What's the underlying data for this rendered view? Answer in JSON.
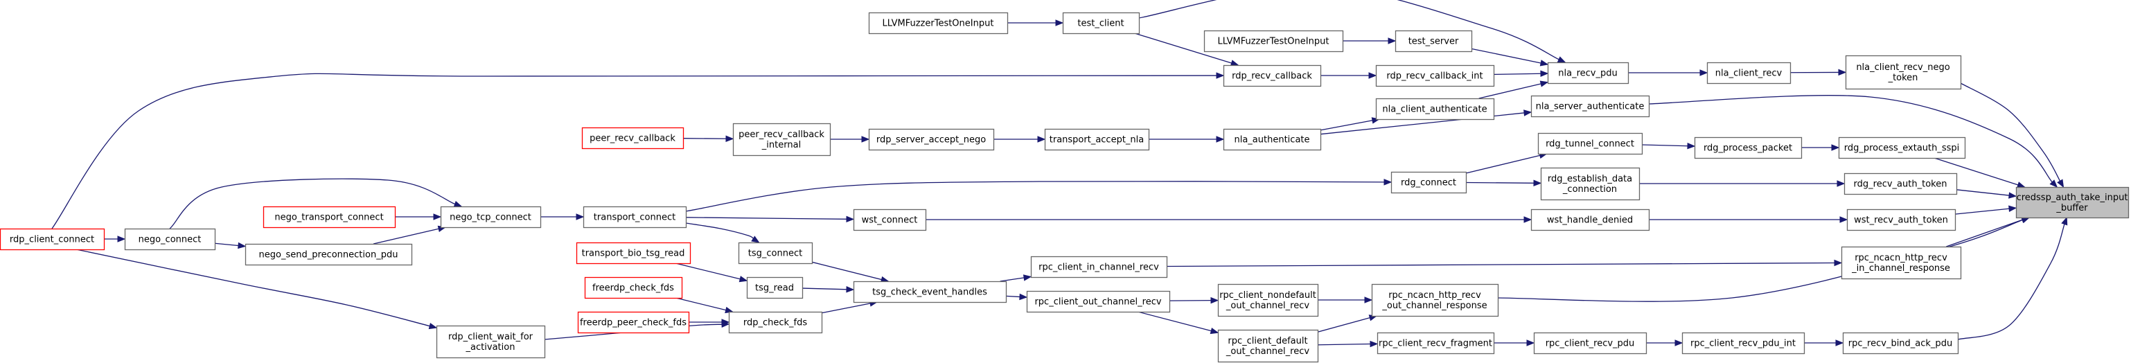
{
  "graph": {
    "nodes": [
      {
        "id": "fuzz1",
        "lines": [
          "LLVMFuzzerTestOneInput"
        ],
        "color": "black"
      },
      {
        "id": "fuzz2",
        "lines": [
          "LLVMFuzzerTestOneInput"
        ],
        "color": "black"
      },
      {
        "id": "test_client",
        "lines": [
          "test_client"
        ],
        "color": "black"
      },
      {
        "id": "test_server",
        "lines": [
          "test_server"
        ],
        "color": "black"
      },
      {
        "id": "rdp_recv_callback",
        "lines": [
          "rdp_recv_callback"
        ],
        "color": "black"
      },
      {
        "id": "rdp_recv_callback_int",
        "lines": [
          "rdp_recv_callback_int"
        ],
        "color": "black"
      },
      {
        "id": "nla_recv_pdu",
        "lines": [
          "nla_recv_pdu"
        ],
        "color": "black"
      },
      {
        "id": "nla_client_recv",
        "lines": [
          "nla_client_recv"
        ],
        "color": "black"
      },
      {
        "id": "nla_client_recv_nego_token",
        "lines": [
          "nla_client_recv_nego",
          "_token"
        ],
        "color": "black"
      },
      {
        "id": "nla_client_authenticate",
        "lines": [
          "nla_client_authenticate"
        ],
        "color": "black"
      },
      {
        "id": "nla_server_authenticate",
        "lines": [
          "nla_server_authenticate"
        ],
        "color": "black"
      },
      {
        "id": "peer_recv_callback",
        "lines": [
          "peer_recv_callback"
        ],
        "color": "red"
      },
      {
        "id": "peer_recv_callback_internal",
        "lines": [
          "peer_recv_callback",
          "_internal"
        ],
        "color": "black"
      },
      {
        "id": "rdp_server_accept_nego",
        "lines": [
          "rdp_server_accept_nego"
        ],
        "color": "black"
      },
      {
        "id": "transport_accept_nla",
        "lines": [
          "transport_accept_nla"
        ],
        "color": "black"
      },
      {
        "id": "nla_authenticate",
        "lines": [
          "nla_authenticate"
        ],
        "color": "black"
      },
      {
        "id": "rdg_tunnel_connect",
        "lines": [
          "rdg_tunnel_connect"
        ],
        "color": "black"
      },
      {
        "id": "rdg_process_packet",
        "lines": [
          "rdg_process_packet"
        ],
        "color": "black"
      },
      {
        "id": "rdg_process_extauth_sspi",
        "lines": [
          "rdg_process_extauth_sspi"
        ],
        "color": "black"
      },
      {
        "id": "rdg_connect",
        "lines": [
          "rdg_connect"
        ],
        "color": "black"
      },
      {
        "id": "rdg_establish_data_connection",
        "lines": [
          "rdg_establish_data",
          "_connection"
        ],
        "color": "black"
      },
      {
        "id": "rdg_recv_auth_token",
        "lines": [
          "rdg_recv_auth_token"
        ],
        "color": "black"
      },
      {
        "id": "root",
        "lines": [
          "credssp_auth_take_input",
          "_buffer"
        ],
        "color": "root"
      },
      {
        "id": "rdp_client_connect",
        "lines": [
          "rdp_client_connect"
        ],
        "color": "red"
      },
      {
        "id": "nego_connect",
        "lines": [
          "nego_connect"
        ],
        "color": "black"
      },
      {
        "id": "nego_transport_connect",
        "lines": [
          "nego_transport_connect"
        ],
        "color": "red"
      },
      {
        "id": "nego_tcp_connect",
        "lines": [
          "nego_tcp_connect"
        ],
        "color": "black"
      },
      {
        "id": "nego_send_preconnection_pdu",
        "lines": [
          "nego_send_preconnection_pdu"
        ],
        "color": "black"
      },
      {
        "id": "transport_connect",
        "lines": [
          "transport_connect"
        ],
        "color": "black"
      },
      {
        "id": "wst_connect",
        "lines": [
          "wst_connect"
        ],
        "color": "black"
      },
      {
        "id": "wst_handle_denied",
        "lines": [
          "wst_handle_denied"
        ],
        "color": "black"
      },
      {
        "id": "wst_recv_auth_token",
        "lines": [
          "wst_recv_auth_token"
        ],
        "color": "black"
      },
      {
        "id": "transport_bio_tsg_read",
        "lines": [
          "transport_bio_tsg_read"
        ],
        "color": "red"
      },
      {
        "id": "tsg_connect",
        "lines": [
          "tsg_connect"
        ],
        "color": "black"
      },
      {
        "id": "tsg_read",
        "lines": [
          "tsg_read"
        ],
        "color": "black"
      },
      {
        "id": "freerdp_check_fds",
        "lines": [
          "freerdp_check_fds"
        ],
        "color": "red"
      },
      {
        "id": "freerdp_peer_check_fds",
        "lines": [
          "freerdp_peer_check_fds"
        ],
        "color": "red"
      },
      {
        "id": "rdp_check_fds",
        "lines": [
          "rdp_check_fds"
        ],
        "color": "black"
      },
      {
        "id": "tsg_check_event_handles",
        "lines": [
          "tsg_check_event_handles"
        ],
        "color": "black"
      },
      {
        "id": "rpc_client_in_channel_recv",
        "lines": [
          "rpc_client_in_channel_recv"
        ],
        "color": "black"
      },
      {
        "id": "rpc_client_out_channel_recv",
        "lines": [
          "rpc_client_out_channel_recv"
        ],
        "color": "black"
      },
      {
        "id": "rpc_ncacn_http_recv_in_channel_response",
        "lines": [
          "rpc_ncacn_http_recv",
          "_in_channel_response"
        ],
        "color": "black"
      },
      {
        "id": "rpc_client_nondefault_out_channel_recv",
        "lines": [
          "rpc_client_nondefault",
          "_out_channel_recv"
        ],
        "color": "black"
      },
      {
        "id": "rpc_ncacn_http_recv_out_channel_response",
        "lines": [
          "rpc_ncacn_http_recv",
          "_out_channel_response"
        ],
        "color": "black"
      },
      {
        "id": "rdp_client_wait_for_activation",
        "lines": [
          "rdp_client_wait_for",
          "_activation"
        ],
        "color": "black"
      },
      {
        "id": "rpc_client_default_out_channel_recv",
        "lines": [
          "rpc_client_default",
          "_out_channel_recv"
        ],
        "color": "black"
      },
      {
        "id": "rpc_client_recv_fragment",
        "lines": [
          "rpc_client_recv_fragment"
        ],
        "color": "black"
      },
      {
        "id": "rpc_client_recv_pdu",
        "lines": [
          "rpc_client_recv_pdu"
        ],
        "color": "black"
      },
      {
        "id": "rpc_client_recv_pdu_int",
        "lines": [
          "rpc_client_recv_pdu_int"
        ],
        "color": "black"
      },
      {
        "id": "rpc_recv_bind_ack_pdu",
        "lines": [
          "rpc_recv_bind_ack_pdu"
        ],
        "color": "black"
      }
    ],
    "edges": [
      [
        "fuzz1",
        "test_client"
      ],
      [
        "fuzz2",
        "test_server"
      ],
      [
        "test_client",
        "nla_recv_pdu"
      ],
      [
        "test_client",
        "rdp_recv_callback"
      ],
      [
        "test_server",
        "nla_recv_pdu"
      ],
      [
        "rdp_recv_callback",
        "rdp_recv_callback_int"
      ],
      [
        "rdp_recv_callback_int",
        "nla_recv_pdu"
      ],
      [
        "nla_client_authenticate",
        "nla_recv_pdu"
      ],
      [
        "nla_recv_pdu",
        "nla_client_recv"
      ],
      [
        "nla_client_recv",
        "nla_client_recv_nego_token"
      ],
      [
        "nla_client_recv_nego_token",
        "root"
      ],
      [
        "nla_server_authenticate",
        "root"
      ],
      [
        "rdp_client_connect",
        "rdp_recv_callback"
      ],
      [
        "peer_recv_callback",
        "peer_recv_callback_internal"
      ],
      [
        "peer_recv_callback_internal",
        "rdp_server_accept_nego"
      ],
      [
        "rdp_server_accept_nego",
        "transport_accept_nla"
      ],
      [
        "transport_accept_nla",
        "nla_authenticate"
      ],
      [
        "nla_authenticate",
        "nla_client_authenticate"
      ],
      [
        "nla_authenticate",
        "nla_server_authenticate"
      ],
      [
        "rdg_tunnel_connect",
        "rdg_process_packet"
      ],
      [
        "rdg_process_packet",
        "rdg_process_extauth_sspi"
      ],
      [
        "rdg_process_extauth_sspi",
        "root"
      ],
      [
        "rdg_connect",
        "rdg_tunnel_connect"
      ],
      [
        "rdg_connect",
        "rdg_establish_data_connection"
      ],
      [
        "rdg_establish_data_connection",
        "rdg_recv_auth_token"
      ],
      [
        "rdg_recv_auth_token",
        "root"
      ],
      [
        "transport_connect",
        "rdg_connect"
      ],
      [
        "transport_connect",
        "wst_connect"
      ],
      [
        "transport_connect",
        "tsg_connect"
      ],
      [
        "wst_connect",
        "wst_handle_denied"
      ],
      [
        "wst_handle_denied",
        "wst_recv_auth_token"
      ],
      [
        "wst_recv_auth_token",
        "root"
      ],
      [
        "rdp_client_connect",
        "nego_connect"
      ],
      [
        "rdp_client_connect",
        "rdp_client_wait_for_activation"
      ],
      [
        "nego_connect",
        "nego_tcp_connect"
      ],
      [
        "nego_connect",
        "nego_send_preconnection_pdu"
      ],
      [
        "nego_transport_connect",
        "nego_tcp_connect"
      ],
      [
        "nego_send_preconnection_pdu",
        "nego_tcp_connect"
      ],
      [
        "nego_tcp_connect",
        "transport_connect"
      ],
      [
        "transport_bio_tsg_read",
        "tsg_read"
      ],
      [
        "tsg_connect",
        "tsg_check_event_handles"
      ],
      [
        "tsg_read",
        "tsg_check_event_handles"
      ],
      [
        "freerdp_check_fds",
        "rdp_check_fds"
      ],
      [
        "freerdp_peer_check_fds",
        "rdp_check_fds"
      ],
      [
        "rdp_client_wait_for_activation",
        "rdp_check_fds"
      ],
      [
        "rdp_check_fds",
        "tsg_check_event_handles"
      ],
      [
        "tsg_check_event_handles",
        "rpc_client_in_channel_recv"
      ],
      [
        "tsg_check_event_handles",
        "rpc_client_out_channel_recv"
      ],
      [
        "rpc_client_in_channel_recv",
        "rpc_ncacn_http_recv_in_channel_response"
      ],
      [
        "rpc_ncacn_http_recv_in_channel_response",
        "root"
      ],
      [
        "rpc_client_out_channel_recv",
        "rpc_client_nondefault_out_channel_recv"
      ],
      [
        "rpc_client_out_channel_recv",
        "rpc_client_default_out_channel_recv"
      ],
      [
        "rpc_client_nondefault_out_channel_recv",
        "rpc_ncacn_http_recv_out_channel_response"
      ],
      [
        "rpc_client_default_out_channel_recv",
        "rpc_ncacn_http_recv_out_channel_response"
      ],
      [
        "rpc_client_default_out_channel_recv",
        "rpc_client_recv_fragment"
      ],
      [
        "rpc_ncacn_http_recv_out_channel_response",
        "root"
      ],
      [
        "rpc_client_recv_fragment",
        "rpc_client_recv_pdu"
      ],
      [
        "rpc_client_recv_pdu",
        "rpc_client_recv_pdu_int"
      ],
      [
        "rpc_client_recv_pdu_int",
        "rpc_recv_bind_ack_pdu"
      ],
      [
        "rpc_recv_bind_ack_pdu",
        "root"
      ]
    ]
  },
  "colors": {
    "edge": "#191970",
    "node_border": "#666666",
    "node_border_highlight": "#ff0000",
    "root_fill": "#bfbfbf"
  }
}
